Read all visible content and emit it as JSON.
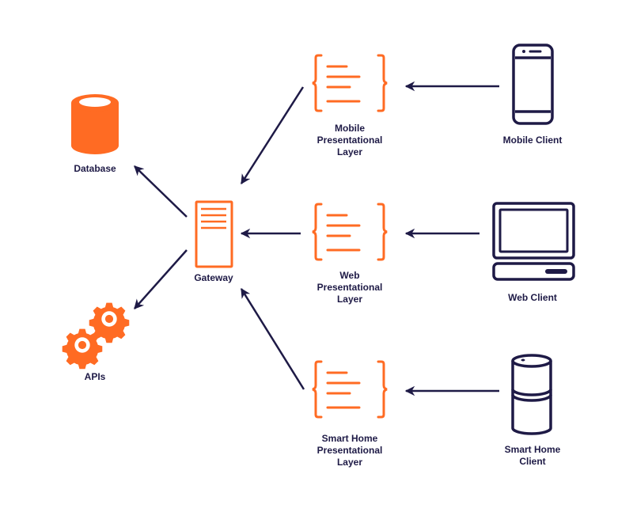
{
  "colors": {
    "accent": "#ff6b23",
    "ink": "#1e1a46",
    "background": "#ffffff"
  },
  "nodes": {
    "database": {
      "label": "Database",
      "icon": "database-icon"
    },
    "apis": {
      "label": "APIs",
      "icon": "gears-icon"
    },
    "gateway": {
      "label": "Gateway",
      "icon": "server-icon"
    },
    "mobile_layer": {
      "label": "Mobile\nPresentational\nLayer",
      "icon": "code-braces-icon"
    },
    "web_layer": {
      "label": "Web\nPresentational\nLayer",
      "icon": "code-braces-icon"
    },
    "smarthome_layer": {
      "label": "Smart Home\nPresentational\nLayer",
      "icon": "code-braces-icon"
    },
    "mobile_client": {
      "label": "Mobile Client",
      "icon": "smartphone-icon"
    },
    "web_client": {
      "label": "Web Client",
      "icon": "desktop-computer-icon"
    },
    "smarthome_client": {
      "label": "Smart Home\nClient",
      "icon": "smart-speaker-icon"
    }
  },
  "edges": [
    {
      "from": "mobile_client",
      "to": "mobile_layer"
    },
    {
      "from": "web_client",
      "to": "web_layer"
    },
    {
      "from": "smarthome_client",
      "to": "smarthome_layer"
    },
    {
      "from": "mobile_layer",
      "to": "gateway"
    },
    {
      "from": "web_layer",
      "to": "gateway"
    },
    {
      "from": "smarthome_layer",
      "to": "gateway"
    },
    {
      "from": "gateway",
      "to": "database"
    },
    {
      "from": "gateway",
      "to": "apis"
    }
  ]
}
